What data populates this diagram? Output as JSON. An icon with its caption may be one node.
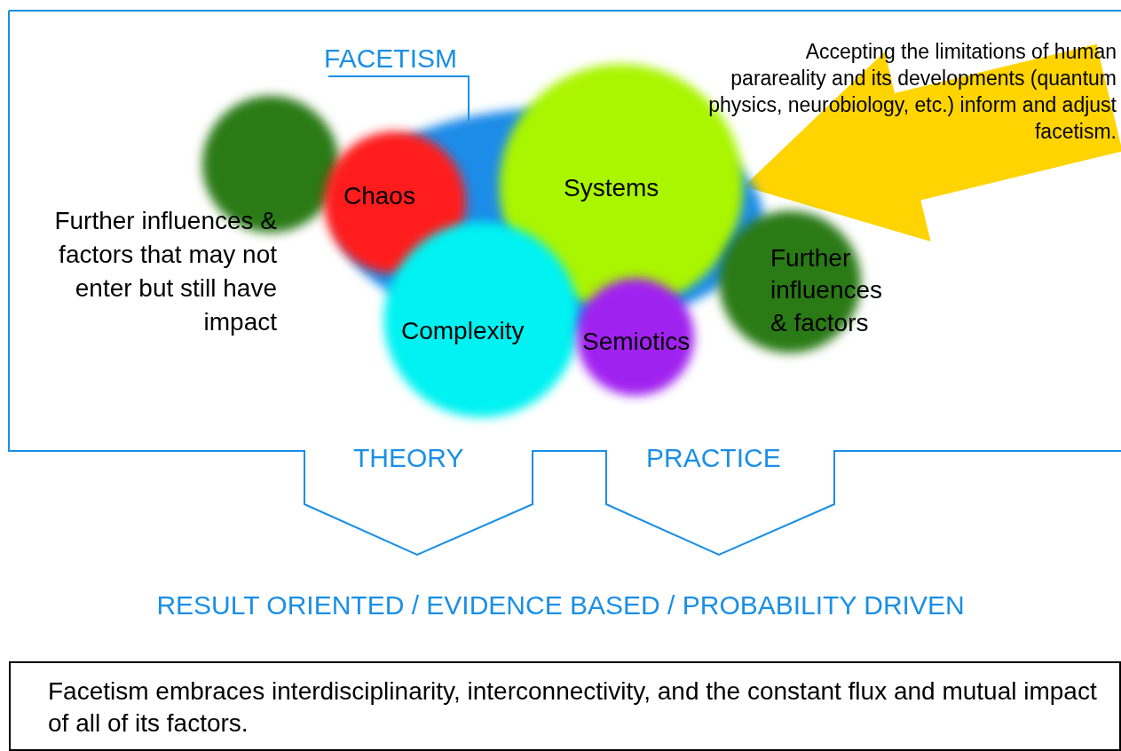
{
  "diagram": {
    "nodes": [
      {
        "text": [
          "FACETISM"
        ]
      },
      {
        "text": [],
        "shape": "ellipse"
      },
      {
        "text": [],
        "shape": "circle"
      },
      {
        "text": [
          "Chaos"
        ]
      },
      {
        "text": [
          "Systems"
        ]
      },
      {
        "text": [
          "Complexity"
        ]
      },
      {
        "text": [
          "Semiotics"
        ]
      },
      {
        "text": [
          "Further influences & factors"
        ]
      },
      {
        "text": [
          "Accepting the limitations of human parareality and its developments (quantum physics, neurobiology, etc.) inform and adjust facetism."
        ]
      },
      {
        "text": [
          "Facetism embraces interdisciplinarity, interconnectivity, and the constant flux and mutual impact of all of its factors."
        ]
      }
    ],
    "edges": [
      {
        "from": 0,
        "to": 1,
        "arrow": "none"
      },
      {
        "from": 8,
        "to": 4,
        "arrow": "to",
        "style": "thick",
        "color": "#ffd400"
      }
    ],
    "labels": [
      "Further influences & factors that may not enter but still have impact",
      "THEORY",
      "PRACTICE",
      "RESULT ORIENTED / EVIDENCE BASED / PROBABILITY DRIVEN"
    ]
  }
}
